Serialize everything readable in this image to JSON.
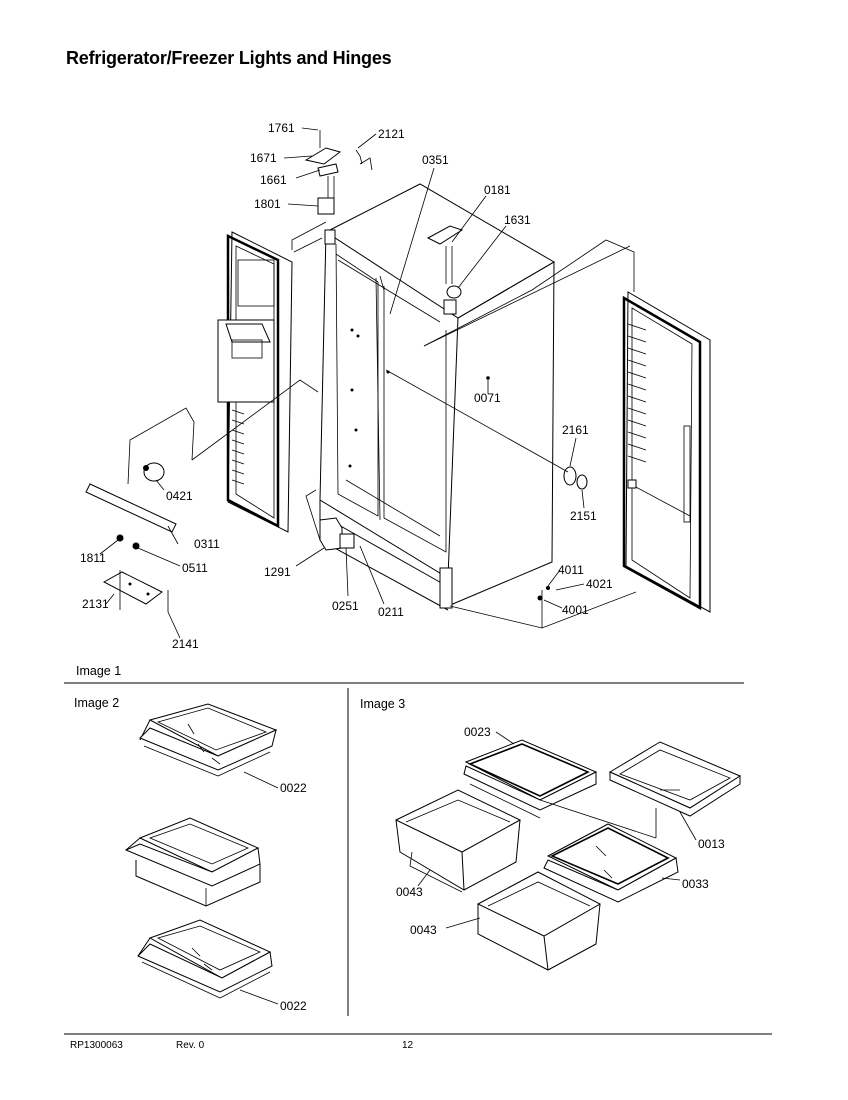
{
  "title": "Refrigerator/Freezer Lights and Hinges",
  "sections": {
    "image1": "Image 1",
    "image2": "Image 2",
    "image3": "Image 3"
  },
  "callouts": {
    "c1761": "1761",
    "c2121": "2121",
    "c1671": "1671",
    "c1661": "1661",
    "c1801": "1801",
    "c0351": "0351",
    "c0181": "0181",
    "c1631": "1631",
    "c0071": "0071",
    "c2161": "2161",
    "c2151": "2151",
    "c0421": "0421",
    "c0311": "0311",
    "c1811": "1811",
    "c0511": "0511",
    "c2131": "2131",
    "c2141": "2141",
    "c1291": "1291",
    "c0251": "0251",
    "c0211": "0211",
    "c4011": "4011",
    "c4021": "4021",
    "c4001": "4001",
    "i2_0022a": "0022",
    "i2_0022b": "0022",
    "i3_0023": "0023",
    "i3_0013": "0013",
    "i3_0043a": "0043",
    "i3_0043b": "0043",
    "i3_0033": "0033"
  },
  "footer": {
    "doc_number": "RP1300063",
    "revision": "Rev. 0",
    "page": "12"
  }
}
